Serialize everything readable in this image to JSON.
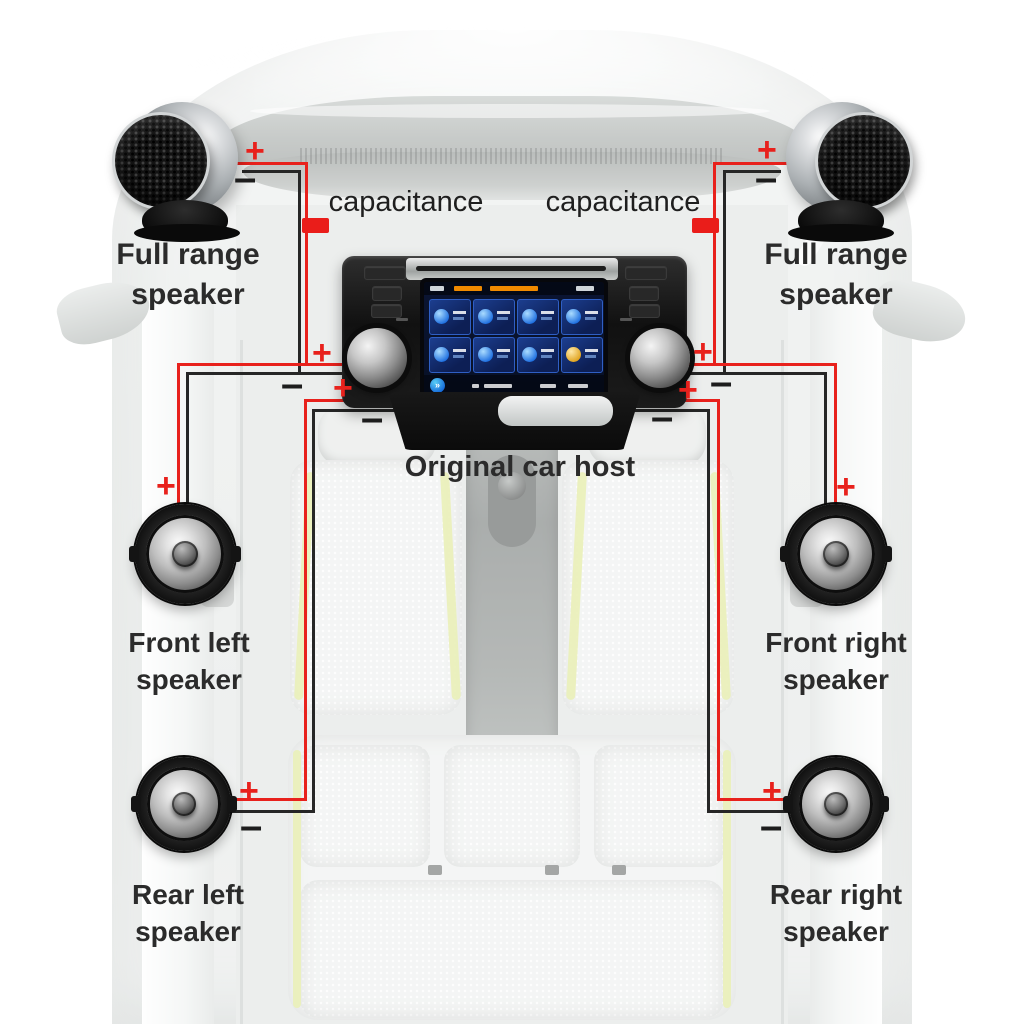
{
  "colors": {
    "wire_positive": "#e8211c",
    "wire_negative": "#262626",
    "capacitor_block": "#ea1d1a",
    "label_text": "#2b2b2b",
    "seat_accent_lime": "#d9e47f",
    "screen_accent_orange": "#f08a00",
    "screen_icon_blue": "#2e9fe8"
  },
  "icons": {
    "tweeter_left": "ball-tweeter-speaker-icon",
    "tweeter_right": "ball-tweeter-speaker-icon",
    "front_left": "round-woofer-speaker-icon",
    "front_right": "round-woofer-speaker-icon",
    "rear_left": "round-woofer-speaker-icon",
    "rear_right": "round-woofer-speaker-icon",
    "capacitor_left": "capacitor-block-icon",
    "capacitor_right": "capacitor-block-icon",
    "head_unit": "car-stereo-head-unit-icon"
  },
  "diagram": {
    "polarity_plus": "+",
    "polarity_minus": "–",
    "capacitance_left": "capacitance",
    "capacitance_right": "capacitance",
    "head_unit_label": "Original car host",
    "labels": {
      "tweeter_left": {
        "line1": "Full range",
        "line2": "speaker"
      },
      "tweeter_right": {
        "line1": "Full range",
        "line2": "speaker"
      },
      "front_left": {
        "line1": "Front left",
        "line2": "speaker"
      },
      "front_right": {
        "line1": "Front right",
        "line2": "speaker"
      },
      "rear_left": {
        "line1": "Rear left",
        "line2": "speaker"
      },
      "rear_right": {
        "line1": "Rear right",
        "line2": "speaker"
      }
    }
  }
}
